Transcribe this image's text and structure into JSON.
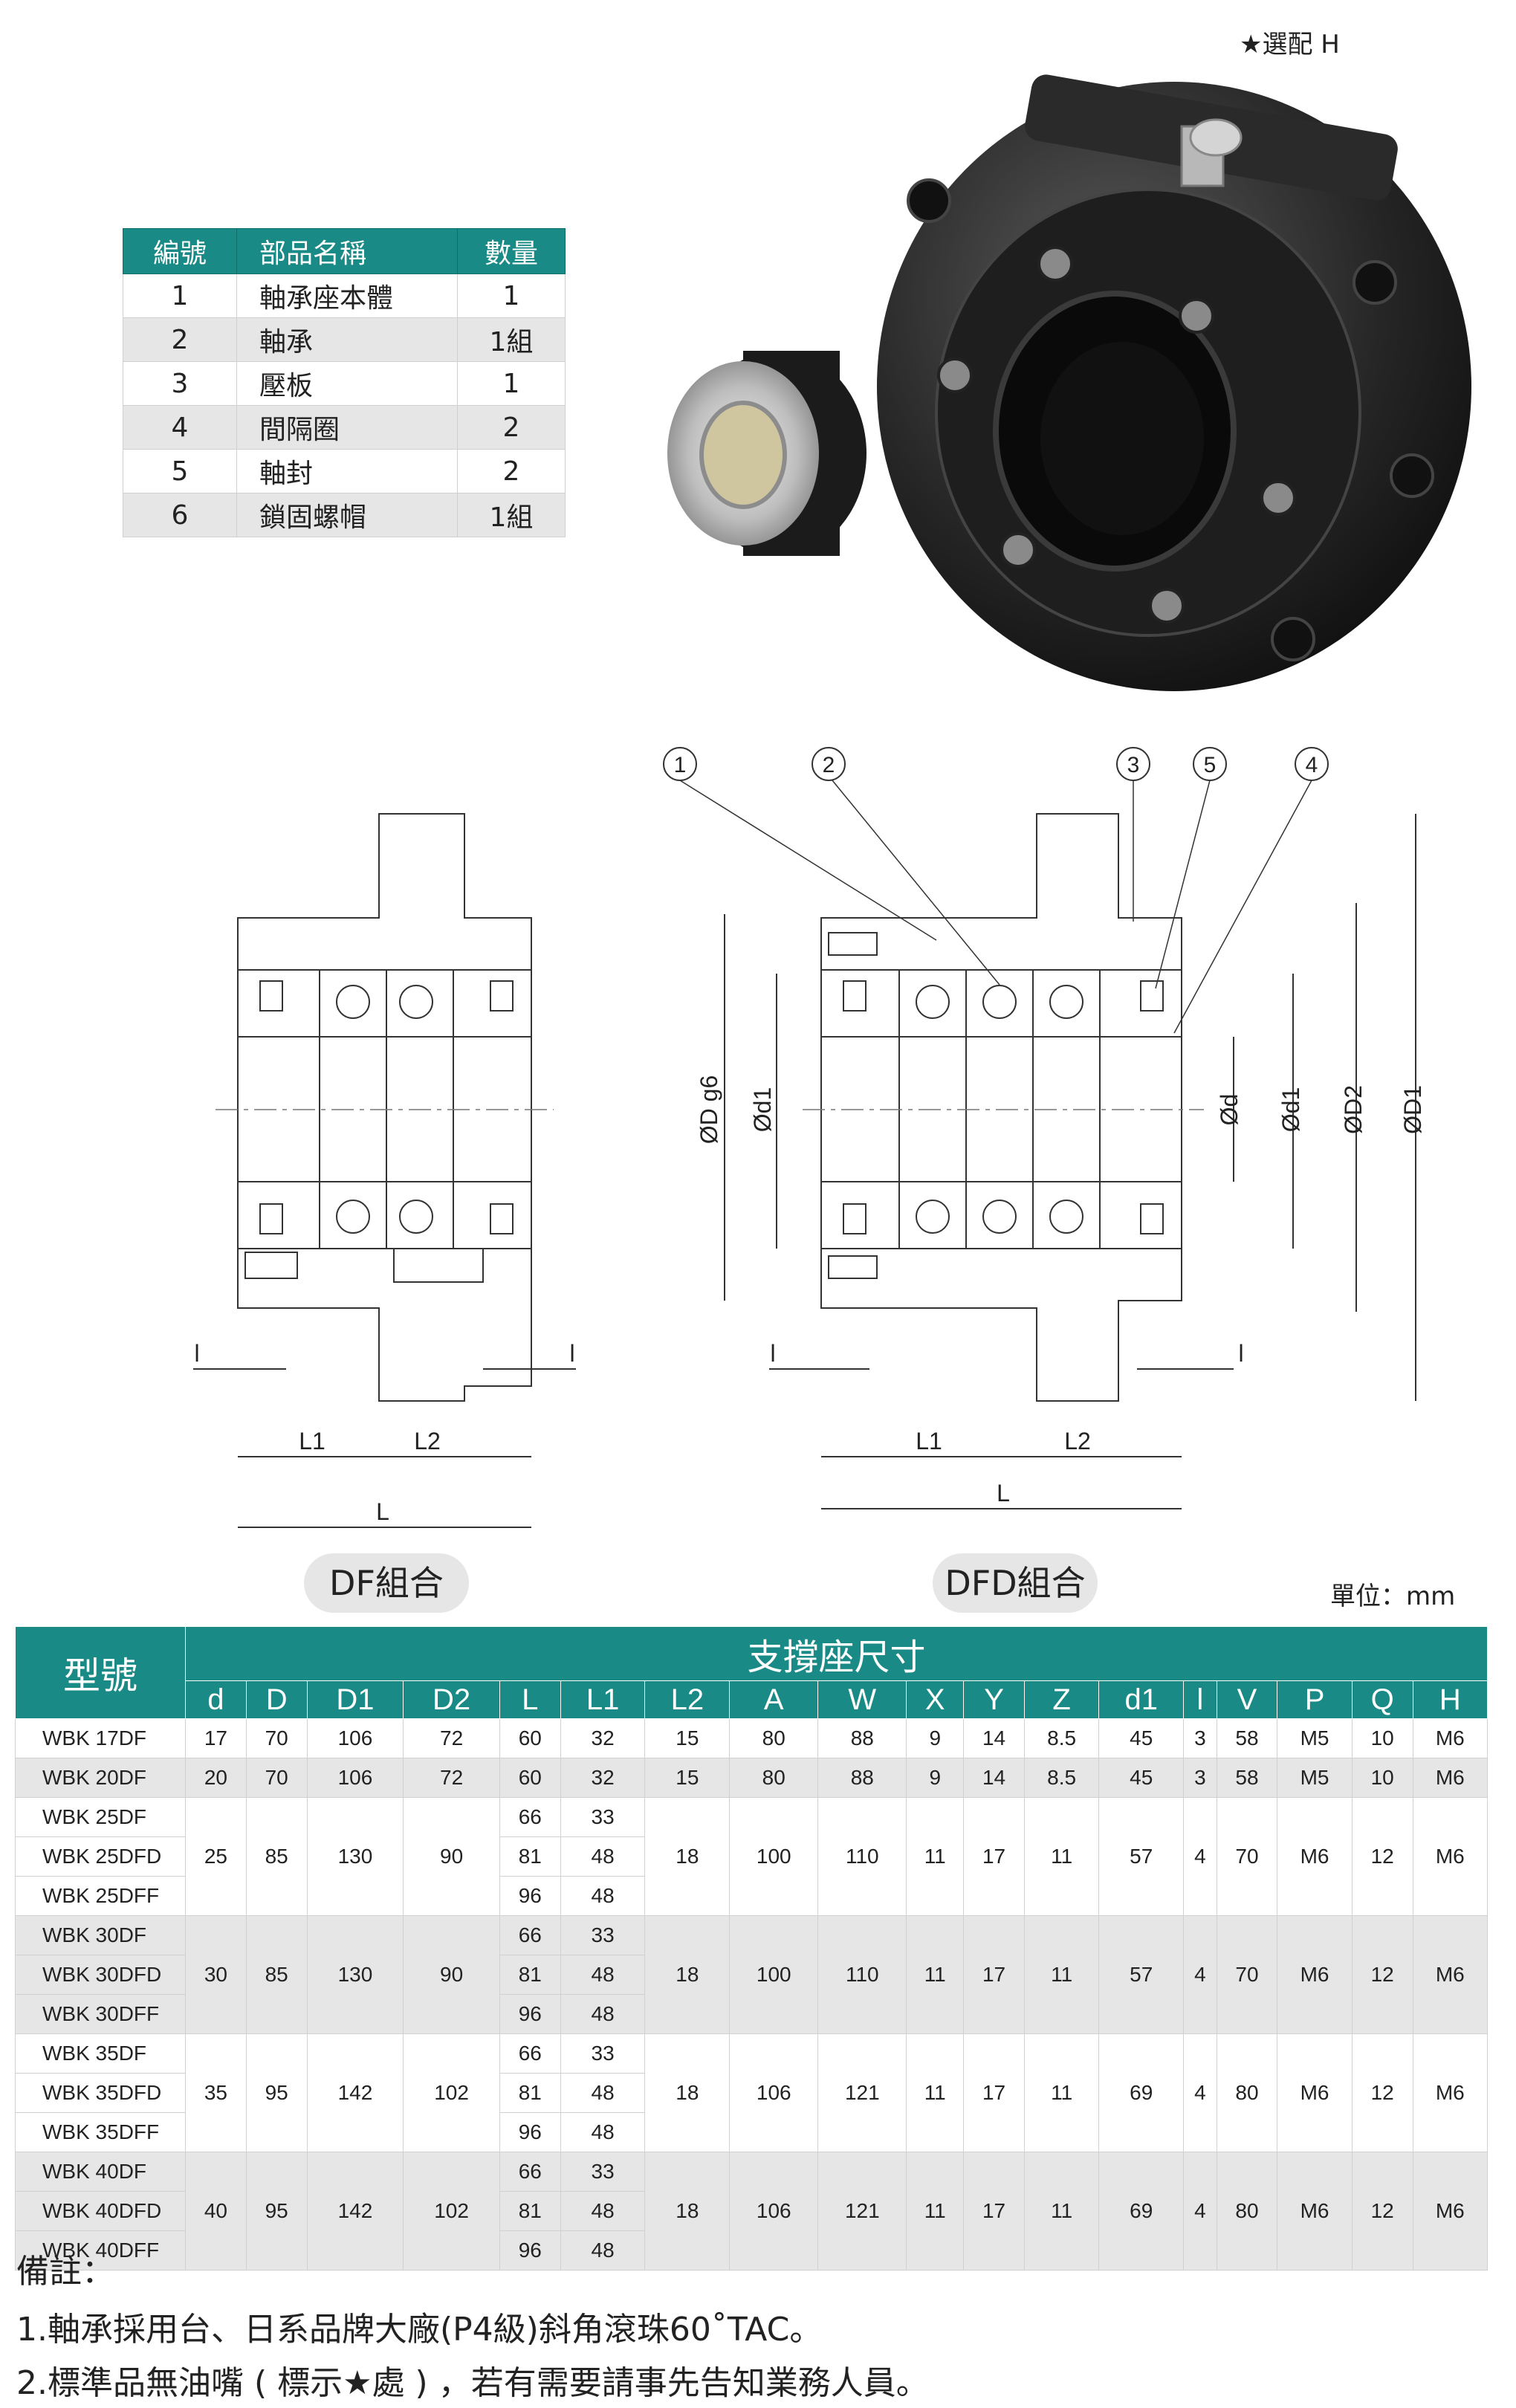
{
  "parts_table": {
    "headers": [
      "編號",
      "部品名稱",
      "數量"
    ],
    "rows": [
      [
        "1",
        "軸承座本體",
        "1"
      ],
      [
        "2",
        "軸承",
        "1組"
      ],
      [
        "3",
        "壓板",
        "1"
      ],
      [
        "4",
        "間隔圈",
        "2"
      ],
      [
        "5",
        "軸封",
        "2"
      ],
      [
        "6",
        "鎖固螺帽",
        "1組"
      ]
    ]
  },
  "photo": {
    "option_label": "★選配 H"
  },
  "drawing": {
    "callouts": [
      "1",
      "2",
      "3",
      "5",
      "4"
    ],
    "dim_labels": {
      "l": "l",
      "L1": "L1",
      "L2": "L2",
      "L": "L",
      "D": "ØD g6",
      "d1": "Ød1",
      "d": "Ød",
      "D2": "ØD2",
      "D1": "ØD1"
    },
    "df_label": "DF組合",
    "dfd_label": "DFD組合"
  },
  "unit_label": "單位：mm",
  "spec_table": {
    "model_header": "型號",
    "group_header": "支撐座尺寸",
    "columns": [
      "d",
      "D",
      "D1",
      "D2",
      "L",
      "L1",
      "L2",
      "A",
      "W",
      "X",
      "Y",
      "Z",
      "d1",
      "l",
      "V",
      "P",
      "Q",
      "H"
    ],
    "rows": [
      {
        "model": "WBK 17DF",
        "d": "17",
        "D": "70",
        "D1": "106",
        "D2": "72",
        "L": "60",
        "L1": "32",
        "L2": "15",
        "A": "80",
        "W": "88",
        "X": "9",
        "Y": "14",
        "Z": "8.5",
        "d1": "45",
        "l": "3",
        "V": "58",
        "P": "M5",
        "Q": "10",
        "H": "M6"
      },
      {
        "model": "WBK 20DF",
        "d": "20",
        "D": "70",
        "D1": "106",
        "D2": "72",
        "L": "60",
        "L1": "32",
        "L2": "15",
        "A": "80",
        "W": "88",
        "X": "9",
        "Y": "14",
        "Z": "8.5",
        "d1": "45",
        "l": "3",
        "V": "58",
        "P": "M5",
        "Q": "10",
        "H": "M6"
      }
    ],
    "groups": [
      {
        "models": [
          "WBK 25DF",
          "WBK 25DFD",
          "WBK 25DFF"
        ],
        "L": [
          "66",
          "81",
          "96"
        ],
        "L1": [
          "33",
          "48",
          "48"
        ],
        "d": "25",
        "D": "85",
        "D1": "130",
        "D2": "90",
        "L2": "18",
        "A": "100",
        "W": "110",
        "X": "11",
        "Y": "17",
        "Z": "11",
        "d1": "57",
        "l": "4",
        "V": "70",
        "P": "M6",
        "Q": "12",
        "H": "M6"
      },
      {
        "models": [
          "WBK 30DF",
          "WBK 30DFD",
          "WBK 30DFF"
        ],
        "L": [
          "66",
          "81",
          "96"
        ],
        "L1": [
          "33",
          "48",
          "48"
        ],
        "d": "30",
        "D": "85",
        "D1": "130",
        "D2": "90",
        "L2": "18",
        "A": "100",
        "W": "110",
        "X": "11",
        "Y": "17",
        "Z": "11",
        "d1": "57",
        "l": "4",
        "V": "70",
        "P": "M6",
        "Q": "12",
        "H": "M6"
      },
      {
        "models": [
          "WBK 35DF",
          "WBK 35DFD",
          "WBK 35DFF"
        ],
        "L": [
          "66",
          "81",
          "96"
        ],
        "L1": [
          "33",
          "48",
          "48"
        ],
        "d": "35",
        "D": "95",
        "D1": "142",
        "D2": "102",
        "L2": "18",
        "A": "106",
        "W": "121",
        "X": "11",
        "Y": "17",
        "Z": "11",
        "d1": "69",
        "l": "4",
        "V": "80",
        "P": "M6",
        "Q": "12",
        "H": "M6"
      },
      {
        "models": [
          "WBK 40DF",
          "WBK 40DFD",
          "WBK 40DFF"
        ],
        "L": [
          "66",
          "81",
          "96"
        ],
        "L1": [
          "33",
          "48",
          "48"
        ],
        "d": "40",
        "D": "95",
        "D1": "142",
        "D2": "102",
        "L2": "18",
        "A": "106",
        "W": "121",
        "X": "11",
        "Y": "17",
        "Z": "11",
        "d1": "69",
        "l": "4",
        "V": "80",
        "P": "M6",
        "Q": "12",
        "H": "M6"
      }
    ]
  },
  "notes": {
    "title": "備註：",
    "items": [
      "1.軸承採用台、日系品牌大廠(P4級)斜角滾珠60˚TAC。",
      "2.標準品無油嘴 ( 標示★處 ) ，若有需要請事先告知業務人員。"
    ]
  },
  "colors": {
    "accent": "#1a8a86",
    "row_alt": "#e6e6e6"
  }
}
